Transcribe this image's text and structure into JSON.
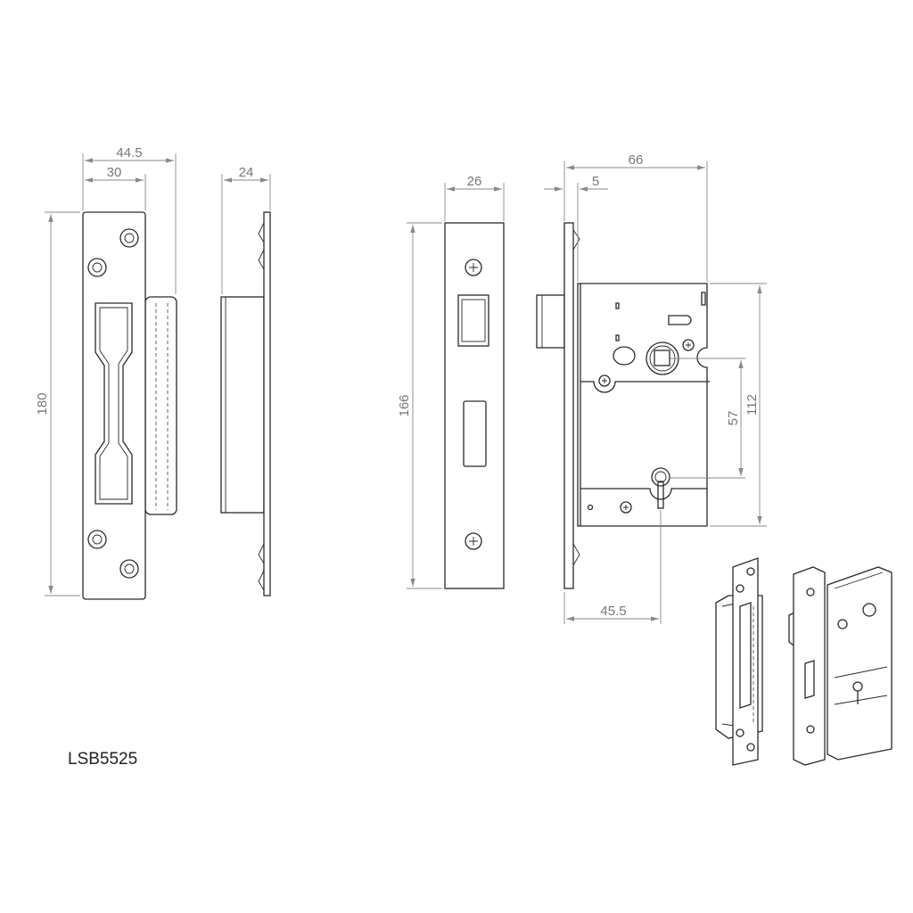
{
  "product_code": "LSB5525",
  "dimensions": {
    "strike_overall_width": "44.5",
    "strike_plate_width": "30",
    "strike_depth": "24",
    "strike_height": "180",
    "forend_width": "26",
    "forend_height": "166",
    "overall_depth": "66",
    "forend_thickness": "5",
    "case_height": "112",
    "centres": "57",
    "backset": "45.5"
  },
  "colors": {
    "line": "#2a2a2a",
    "dimension": "#8a8a8a"
  }
}
